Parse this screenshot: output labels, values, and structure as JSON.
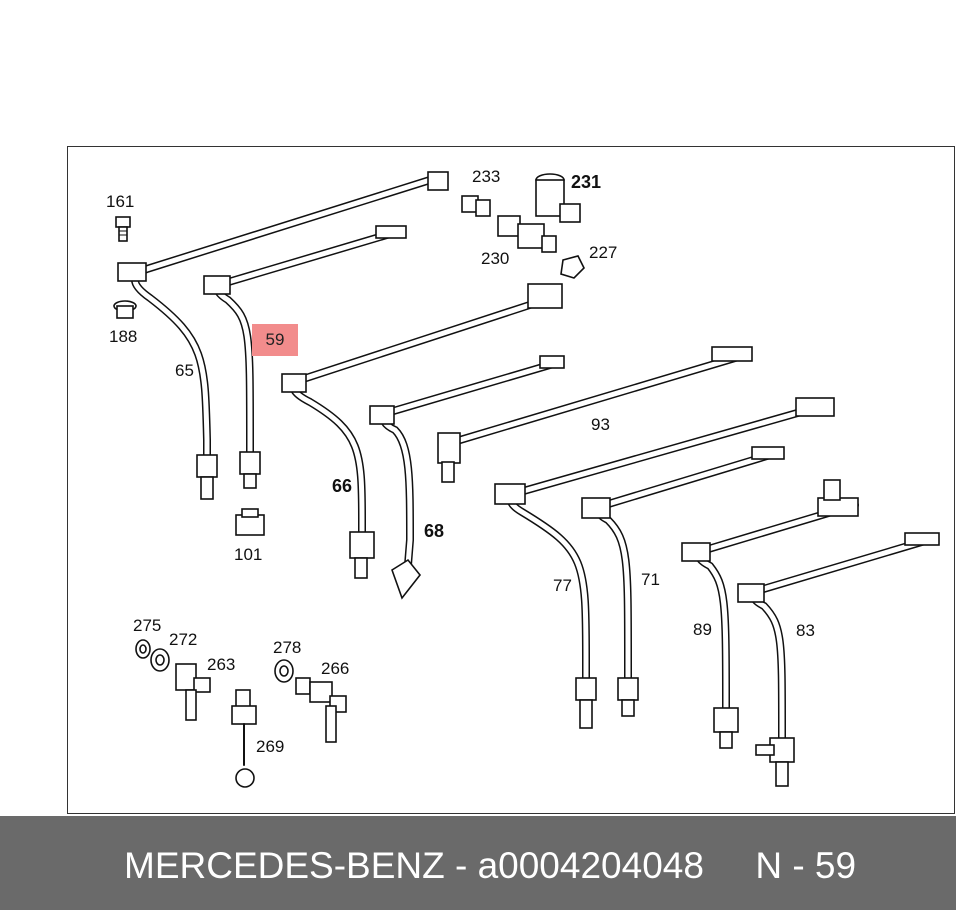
{
  "diagram": {
    "highlighted_part": "59",
    "part_labels": [
      {
        "id": "161",
        "text": "161",
        "bold": false
      },
      {
        "id": "188",
        "text": "188",
        "bold": false
      },
      {
        "id": "65",
        "text": "65",
        "bold": false
      },
      {
        "id": "59",
        "text": "59",
        "bold": false
      },
      {
        "id": "101",
        "text": "101",
        "bold": false
      },
      {
        "id": "233",
        "text": "233",
        "bold": false
      },
      {
        "id": "231",
        "text": "231",
        "bold": true
      },
      {
        "id": "230",
        "text": "230",
        "bold": false
      },
      {
        "id": "227",
        "text": "227",
        "bold": false
      },
      {
        "id": "66",
        "text": "66",
        "bold": true
      },
      {
        "id": "68",
        "text": "68",
        "bold": true
      },
      {
        "id": "93",
        "text": "93",
        "bold": false
      },
      {
        "id": "77",
        "text": "77",
        "bold": false
      },
      {
        "id": "71",
        "text": "71",
        "bold": false
      },
      {
        "id": "89",
        "text": "89",
        "bold": false
      },
      {
        "id": "83",
        "text": "83",
        "bold": false
      },
      {
        "id": "275",
        "text": "275",
        "bold": false
      },
      {
        "id": "272",
        "text": "272",
        "bold": false
      },
      {
        "id": "263",
        "text": "263",
        "bold": false
      },
      {
        "id": "278",
        "text": "278",
        "bold": false
      },
      {
        "id": "266",
        "text": "266",
        "bold": false
      },
      {
        "id": "269",
        "text": "269",
        "bold": false
      }
    ],
    "highlight_color": "#f28c8c"
  },
  "footer": {
    "text": "MERCEDES-BENZ - a0004204048     N - 59",
    "background": "#6a6a6a",
    "color": "#ffffff"
  }
}
